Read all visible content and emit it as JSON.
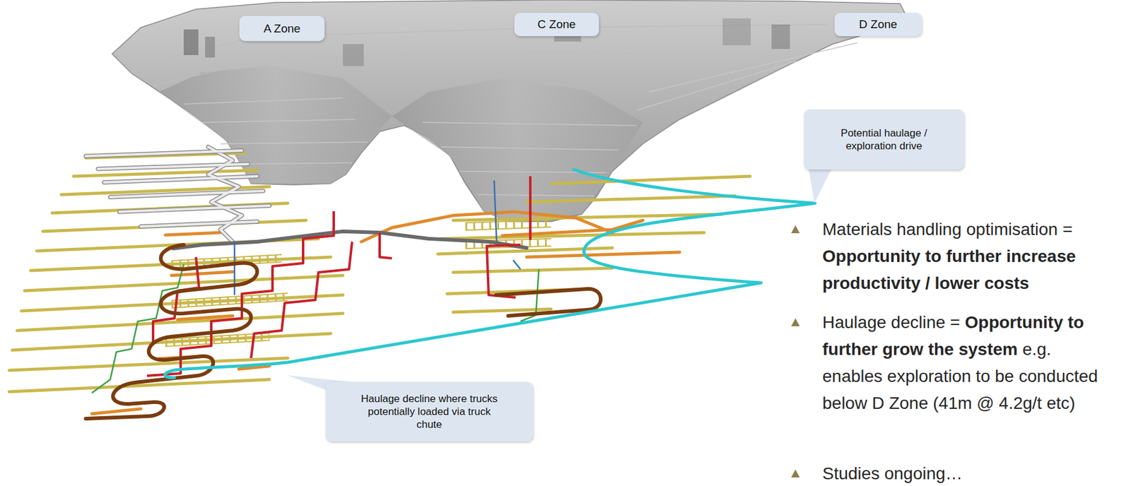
{
  "diagram": {
    "nodes": [
      {
        "text": [
          "A Zone"
        ]
      },
      {
        "text": [
          "C Zone"
        ]
      },
      {
        "text": [
          "D Zone"
        ]
      },
      {
        "text": [
          "Potential haulage / exploration drive"
        ]
      },
      {
        "text": [
          "Haulage decline where trucks potentially loaded via truck chute"
        ]
      }
    ],
    "labels": [
      "Materials handling optimisation =",
      "Opportunity to further increase productivity / lower costs",
      "Haulage decline =",
      "Opportunity to further grow the system",
      "e.g. enables exploration to be conducted below D Zone (41m @ 4.2g/t etc)",
      "Studies ongoing…"
    ]
  }
}
